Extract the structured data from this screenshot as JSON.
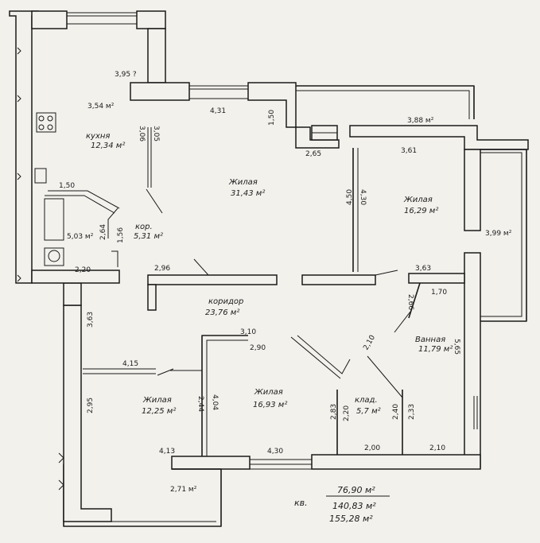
{
  "rooms": [
    {
      "id": "kitchen",
      "name": "кухня",
      "area": "12,34 м²"
    },
    {
      "id": "living-main",
      "name": "Жилая",
      "area": "31,43 м²"
    },
    {
      "id": "living-right",
      "name": "Жилая",
      "area": "16,29 м²"
    },
    {
      "id": "corridor-small",
      "name": "кор.",
      "area": "5,31 м²"
    },
    {
      "id": "corridor",
      "name": "коридор",
      "area": "23,76 м²"
    },
    {
      "id": "bathroom",
      "name": "Ванная",
      "area": "11,79 м²"
    },
    {
      "id": "living-bottom-left",
      "name": "Жилая",
      "area": "12,25 м²"
    },
    {
      "id": "living-bottom-mid",
      "name": "Жилая",
      "area": "16,93 м²"
    },
    {
      "id": "storage",
      "name": "клад.",
      "area": "5,7 м²"
    }
  ],
  "areas": {
    "top_balcony": "3,54 м²",
    "upper_left": "3,95 ?",
    "top_right": "3,88 м²",
    "right_balcony": "3,99 м²",
    "bath_small": "5,03 м²",
    "bottom_balcony": "2,71 м²"
  },
  "dims": {
    "d431": "4,31",
    "d150a": "1,50",
    "d265": "2,65",
    "d361": "3,61",
    "d306": "3,06",
    "d305": "3,05",
    "d150b": "1,50",
    "d220a": "2,20",
    "d296": "2,96",
    "d450": "4,50",
    "d430a": "4,30",
    "d363": "3,63",
    "d170": "1,70",
    "d565": "5,65",
    "d210a": "2,10",
    "d310": "3,10",
    "d290": "2,90",
    "d415": "4,15",
    "d363b": "3,63",
    "d413": "4,13",
    "d430b": "4,30",
    "d200": "2,00",
    "d210b": "2,10",
    "d283": "2,83",
    "d220b": "2,20",
    "d233": "2,33",
    "d240": "2,40",
    "d295": "2,95",
    "d404": "4,04",
    "d244": "2,44",
    "d266": "2,66",
    "d156": "1,56",
    "d264": "2,64"
  },
  "totals": {
    "prefix": "кв.",
    "living": "76,90 м²",
    "total": "140,83 м²",
    "overall": "155,28 м²"
  }
}
